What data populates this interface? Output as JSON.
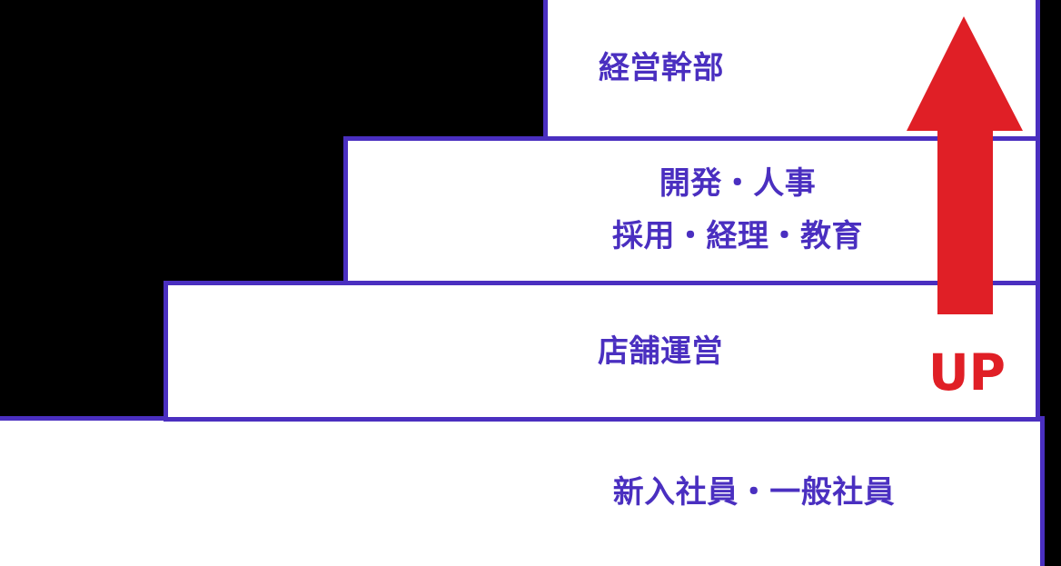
{
  "diagram": {
    "type": "career-ladder-staircase",
    "title_text_color": "#4a2fc0",
    "border_color": "#4a2fc0",
    "step_fill_color": "#ffffff",
    "background_color": "#000000",
    "arrow_color": "#e01f26",
    "steps": [
      {
        "level": 4,
        "name": "step-executive",
        "lines": [
          "経営幹部"
        ]
      },
      {
        "level": 3,
        "name": "step-development-hr",
        "lines": [
          "開発・人事",
          "採用・経理・教育"
        ]
      },
      {
        "level": 2,
        "name": "step-store-operations",
        "lines": [
          "店舗運営"
        ]
      },
      {
        "level": 1,
        "name": "step-new-general-employee",
        "lines": [
          "新入社員・一般社員"
        ]
      }
    ],
    "arrow": {
      "icon": "arrow-up-icon",
      "direction": "up",
      "color": "#e01f26",
      "caption": "UP"
    }
  }
}
